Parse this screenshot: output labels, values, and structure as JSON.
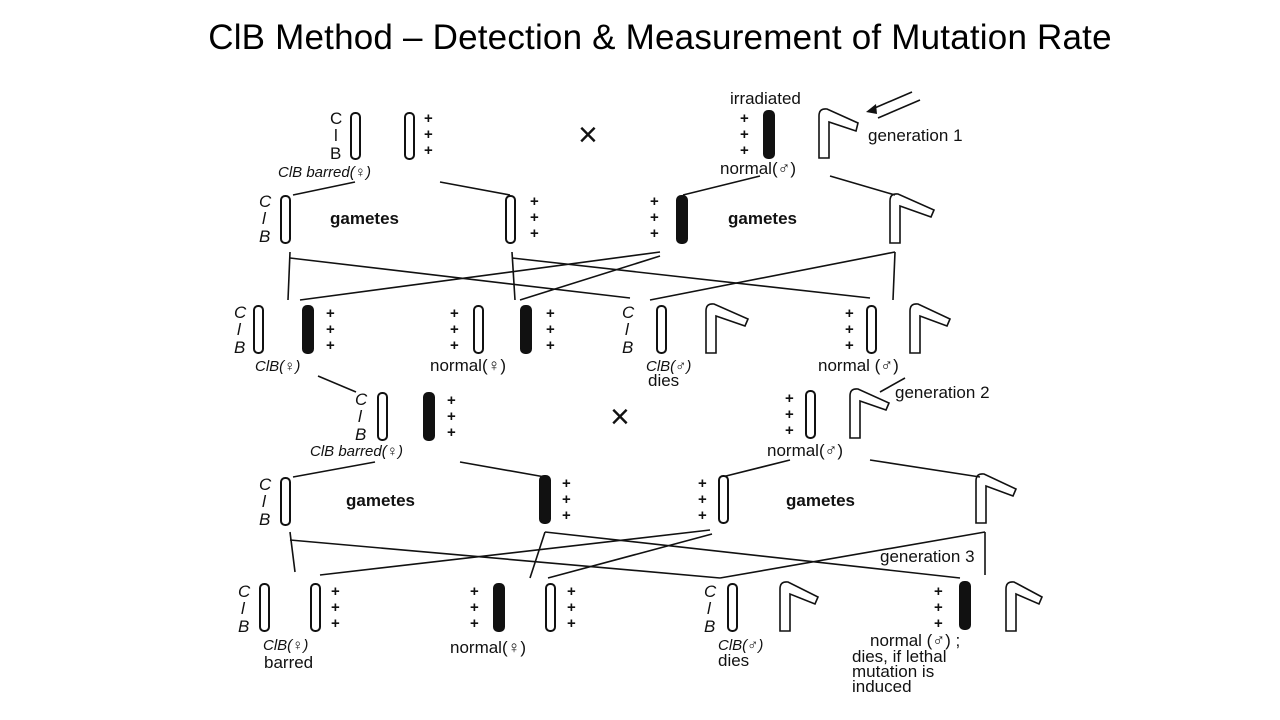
{
  "title": "ClB Method – Detection & Measurement of Mutation Rate",
  "diagram": {
    "irradiated": "irradiated",
    "generation_1": "generation 1",
    "generation_2": "generation 2",
    "generation_3": "generation 3",
    "gametes": "gametes",
    "cross": "×",
    "locus_c": "C",
    "locus_l": "l",
    "locus_b": "B",
    "plus": "+",
    "g1_female": "ClB barred(♀)",
    "g1_male": "normal(♂)",
    "f1_cib_female": "ClB(♀)",
    "f1_normal_female": "normal(♀)",
    "f1_cib_male": "ClB(♂)",
    "f1_cib_male_note": "dies",
    "f1_normal_male": "normal (♂)",
    "g2_female": "ClB barred(♀)",
    "g2_male": "normal(♂)",
    "f2_cib_female": "ClB(♀)",
    "f2_cib_female_note": "barred",
    "f2_normal_female": "normal(♀)",
    "f2_cib_male": "ClB(♂)",
    "f2_cib_male_note": "dies",
    "f2_normal_male": "normal (♂) ;",
    "f2_normal_male_note_1": "dies, if lethal",
    "f2_normal_male_note_2": "mutation is",
    "f2_normal_male_note_3": "induced"
  }
}
